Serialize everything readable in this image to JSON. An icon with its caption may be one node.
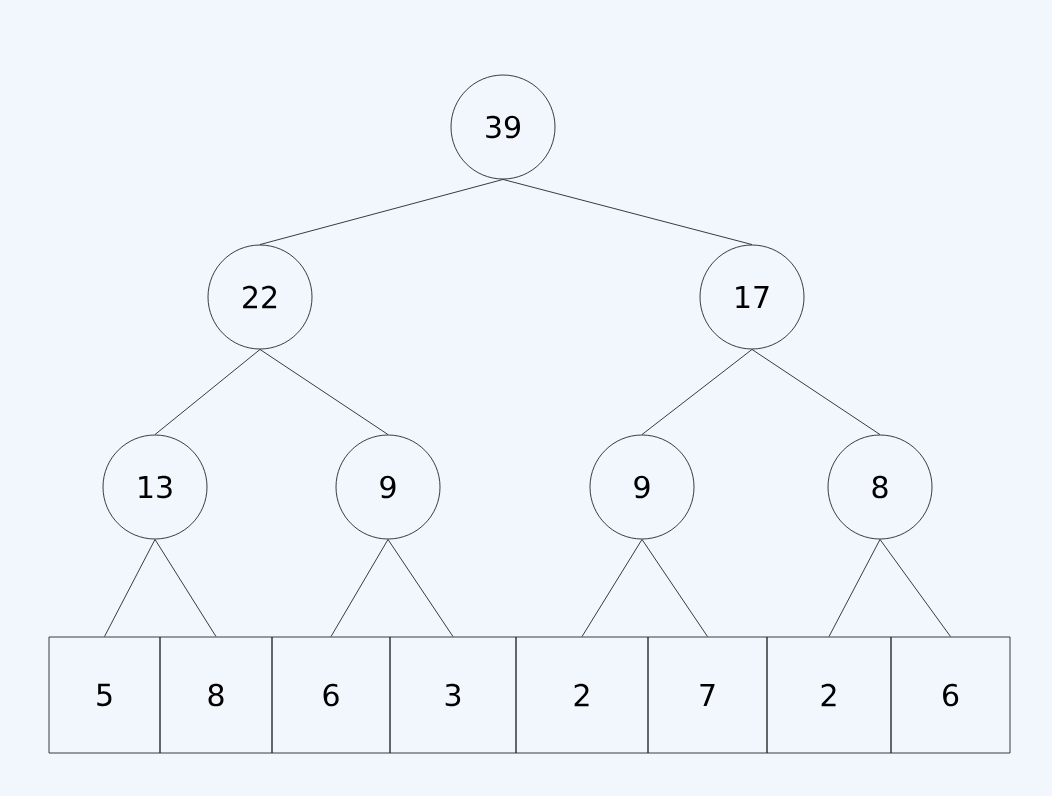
{
  "diagram": {
    "nodes": [
      {
        "text": [
          "39"
        ]
      },
      {
        "text": [
          "22"
        ]
      },
      {
        "text": [
          "17"
        ]
      },
      {
        "text": [
          "13"
        ]
      },
      {
        "text": [
          "9"
        ]
      },
      {
        "text": [
          "9"
        ]
      },
      {
        "text": [
          "8"
        ]
      },
      {
        "text": [
          "5"
        ]
      },
      {
        "text": [
          "8"
        ]
      },
      {
        "text": [
          "6"
        ]
      },
      {
        "text": [
          "3"
        ]
      },
      {
        "text": [
          "2"
        ]
      },
      {
        "text": [
          "7"
        ]
      },
      {
        "text": [
          "2"
        ]
      },
      {
        "text": [
          "6"
        ]
      }
    ],
    "edges": [
      {
        "from": 0,
        "to": 1,
        "arrow": "none"
      },
      {
        "from": 0,
        "to": 2,
        "arrow": "none"
      },
      {
        "from": 1,
        "to": 3,
        "arrow": "none"
      },
      {
        "from": 1,
        "to": 4,
        "arrow": "none"
      },
      {
        "from": 2,
        "to": 5,
        "arrow": "none"
      },
      {
        "from": 2,
        "to": 6,
        "arrow": "none"
      },
      {
        "from": 3,
        "to": 7,
        "arrow": "none"
      },
      {
        "from": 3,
        "to": 8,
        "arrow": "none"
      },
      {
        "from": 4,
        "to": 9,
        "arrow": "none"
      },
      {
        "from": 4,
        "to": 10,
        "arrow": "none"
      },
      {
        "from": 5,
        "to": 11,
        "arrow": "none"
      },
      {
        "from": 5,
        "to": 12,
        "arrow": "none"
      },
      {
        "from": 6,
        "to": 13,
        "arrow": "none"
      },
      {
        "from": 6,
        "to": 14,
        "arrow": "none"
      }
    ]
  }
}
